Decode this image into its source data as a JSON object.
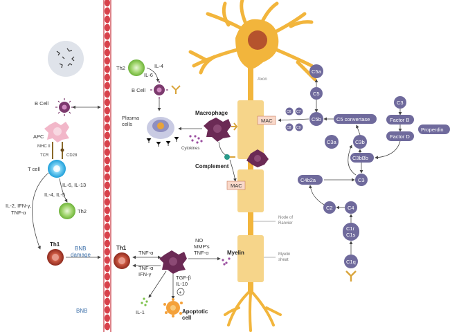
{
  "left": {
    "b_cell": "B Cell",
    "apc": "APC",
    "mhc": "MHC II",
    "tcr": "TCR",
    "cd28": "CD28",
    "t_cell": "T cell",
    "il6_il13": "IL-6, IL-13",
    "il4_il5": "IL-4, IL-5",
    "il2_line1": "IL-2, IFN-γ,",
    "il2_line2": "TNF-α",
    "th2": "Th2",
    "th1": "Th1",
    "bnb_damage_1": "BNB",
    "bnb_damage_2": "damage",
    "bnb": "BNB"
  },
  "middle": {
    "th2": "Th2",
    "il4": "IL-4",
    "il6": "IL-6",
    "b_cell": "B Cell",
    "plasma_1": "Plasma",
    "plasma_2": "cells",
    "macrophage": "Macrophage",
    "cytokines": "Cytokines",
    "complement": "Complement",
    "mac_top": "MAC",
    "mac_mid": "MAC",
    "axon": "Axon",
    "node_1": "Node of",
    "node_2": "Ranvier",
    "myelin_sheat_1": "Myelin",
    "myelin_sheat_2": "sheat",
    "th1": "Th1",
    "tnf_top": "TNF-α",
    "tnf_bot": "TNF-α",
    "ifn": "IFN-γ",
    "no": "NO",
    "mmps": "MMP's",
    "tnf_right": "TNF-α",
    "myelin": "Myelin",
    "tgf": "TGF-β",
    "il10": "IL-10",
    "plus": "+",
    "il1": "IL-1",
    "apoptotic_1": "Apoptotic",
    "apoptotic_2": "cell"
  },
  "complement_cascade": {
    "c5a": "C5a",
    "c5": "C5",
    "c5b": "C5b",
    "c6": "C6",
    "c7": "C7",
    "c8": "C8",
    "c9": "C9",
    "c5_convertase": "C5 convertase",
    "c3a": "C3a",
    "c3b": "C3b",
    "c3bbb": "C3bBb",
    "c3_top": "C3",
    "factor_b": "Factor B",
    "factor_d": "Factor D",
    "properdin": "Properdin",
    "c4b2a": "C4b2a",
    "c3_mid": "C3",
    "c2": "C2",
    "c4": "C4",
    "c1r": "C1r",
    "c1s": "C1s",
    "c1q": "C1q"
  },
  "colors": {
    "neuron": "#f2b53c",
    "myelin": "#f6d58a",
    "nucleus": "#b5532d",
    "barrier": "#d8414a",
    "complement": "#6f6a9c",
    "macrophage": "#6b2a55",
    "th1": "#b23a2e",
    "th2": "#7cc14a"
  }
}
